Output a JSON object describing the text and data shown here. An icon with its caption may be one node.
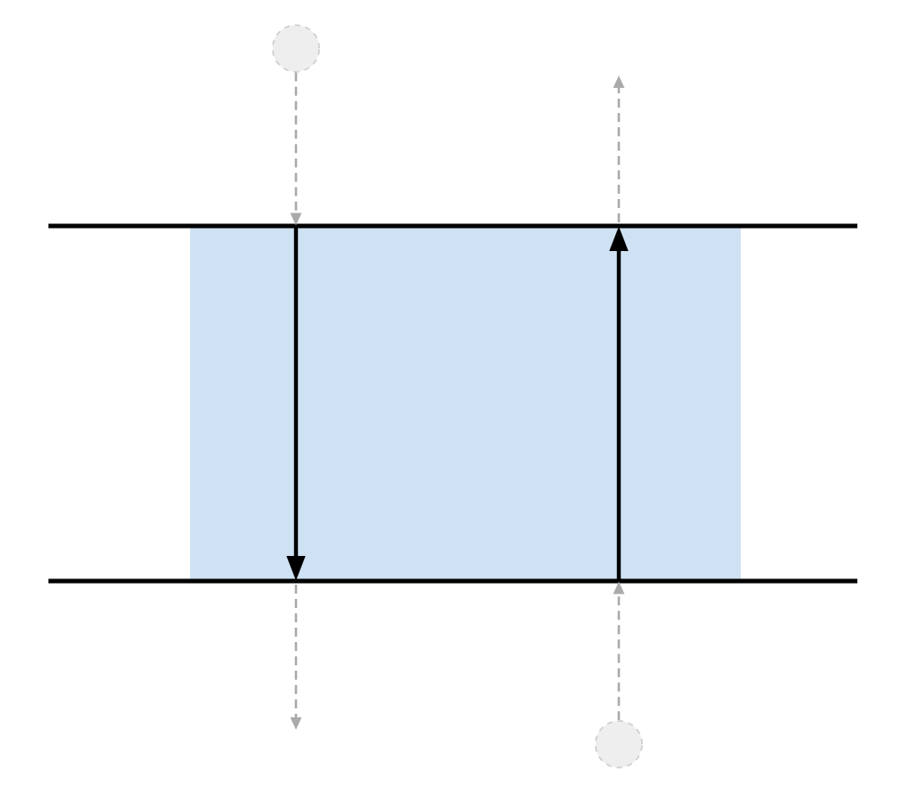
{
  "diagram": {
    "nodes": [
      {
        "text": [],
        "shape": "circle"
      },
      {
        "text": [],
        "shape": "circle"
      },
      {
        "text": [],
        "shape": "box"
      }
    ],
    "edges": [
      {
        "from": 0,
        "to": 2,
        "arrow": "to",
        "style": "dashed"
      },
      {
        "from": 1,
        "to": 2,
        "arrow": "to",
        "style": "dashed"
      }
    ]
  }
}
